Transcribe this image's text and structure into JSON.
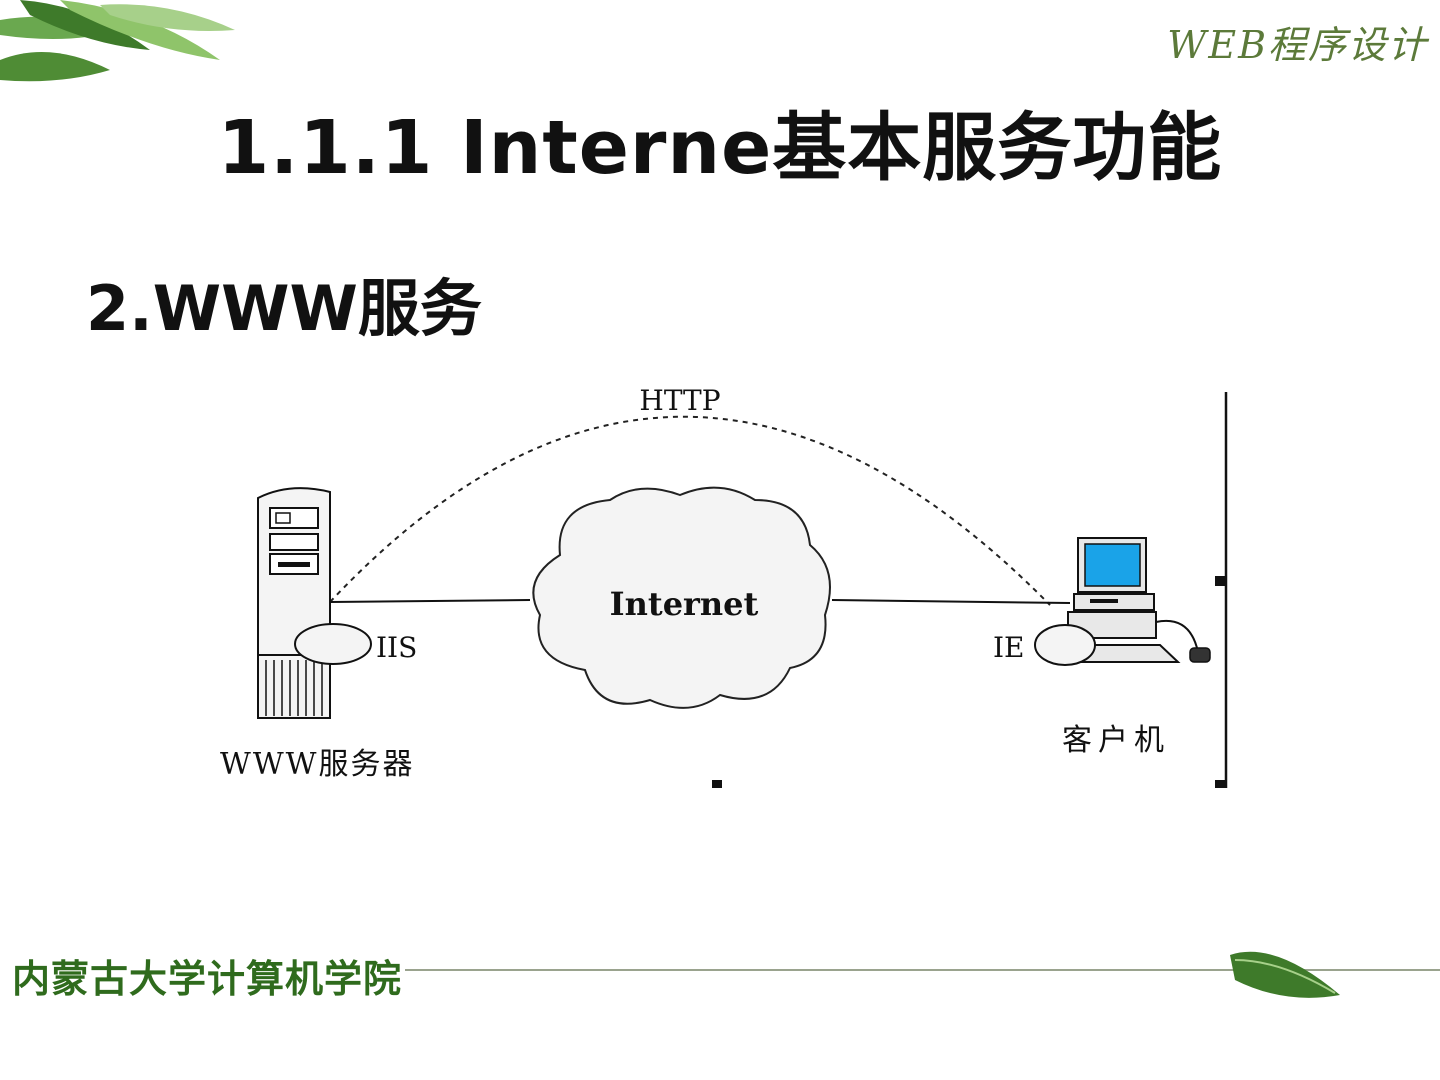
{
  "header": {
    "course": "WEB程序设计"
  },
  "title": "1.1.1  Interne基本服务功能",
  "subtitle": "2.WWW服务",
  "diagram": {
    "protocol_label": "HTTP",
    "cloud_label": "Internet",
    "server_software": "IIS",
    "client_software": "IE",
    "server_caption": "WWW服务器",
    "client_caption": "客户机"
  },
  "footer": {
    "institution": "内蒙古大学计算机学院"
  },
  "colors": {
    "accent_green": "#2f6b1d",
    "monitor_blue": "#1aa3e8"
  }
}
